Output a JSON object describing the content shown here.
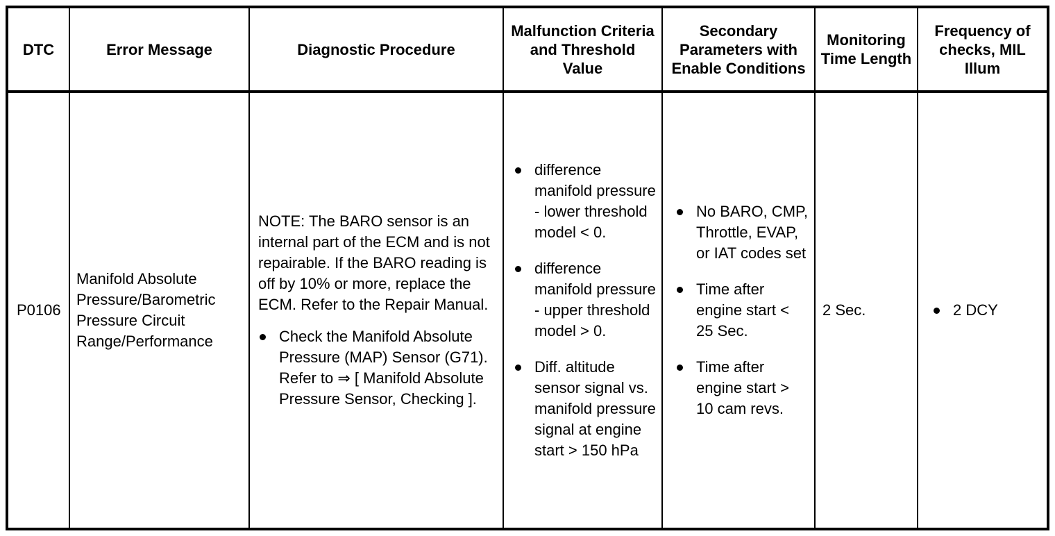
{
  "table": {
    "headers": [
      "DTC",
      "Error Message",
      "Diagnostic Procedure",
      "Malfunction Criteria and Threshold Value",
      "Secondary Parameters with Enable Conditions",
      "Monitoring Time Length",
      "Frequency of checks, MIL Illum"
    ],
    "rows": [
      {
        "dtc": "P0106",
        "error_message": "Manifold Absolute Pressure/Barometric Pressure Circuit Range/Performance",
        "diagnostic_procedure": {
          "note": "NOTE: The BARO sensor is an internal part of the ECM and is not repairable. If the BARO reading is off by 10% or more, replace the ECM. Refer to the Repair Manual.",
          "bullets": [
            "Check the Manifold Absolute Pressure (MAP) Sensor (G71). Refer to ⇒ [ Manifold Absolute Pressure Sensor, Checking ]."
          ]
        },
        "malfunction_criteria": [
          "difference manifold pressure - lower threshold model < 0.",
          "difference manifold pressure - upper threshold model > 0.",
          "Diff. altitude sensor signal vs. manifold pressure signal at engine start > 150 hPa"
        ],
        "secondary_parameters": [
          "No BARO, CMP, Throttle, EVAP, or IAT codes set",
          "Time after engine start < 25 Sec.",
          "Time after engine start > 10 cam revs."
        ],
        "monitoring_time_length": "2 Sec.",
        "frequency_of_checks": [
          "2 DCY"
        ]
      }
    ]
  }
}
